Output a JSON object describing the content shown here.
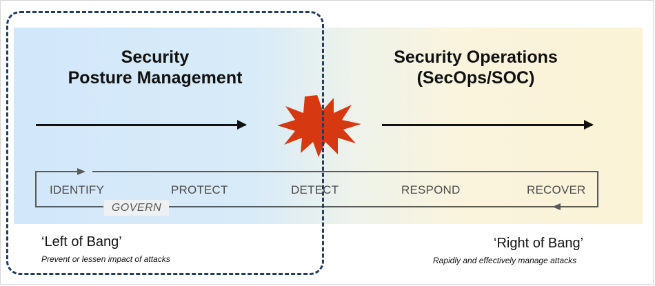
{
  "headings": {
    "left_line1": "Security",
    "left_line2": "Posture Management",
    "right_line1": "Security Operations",
    "right_line2": "(SecOps/SOC)"
  },
  "functions": {
    "identify": "IDENTIFY",
    "protect": "PROTECT",
    "detect": "DETECT",
    "respond": "RESPOND",
    "recover": "RECOVER",
    "govern": "GOVERN"
  },
  "left_of_bang": {
    "title": "‘Left of Bang’",
    "subtitle": "Prevent or lessen impact of attacks"
  },
  "right_of_bang": {
    "title": "‘Right of Bang’",
    "subtitle": "Rapidly and effectively manage attacks"
  },
  "colors": {
    "burst": "#d63812",
    "dashed_box": "#213d5b",
    "left_band": "#cfe6fa",
    "right_band": "#fbf2d4"
  },
  "icons": {
    "burst": "explosion-icon",
    "arrows": "arrow-right-icon"
  }
}
